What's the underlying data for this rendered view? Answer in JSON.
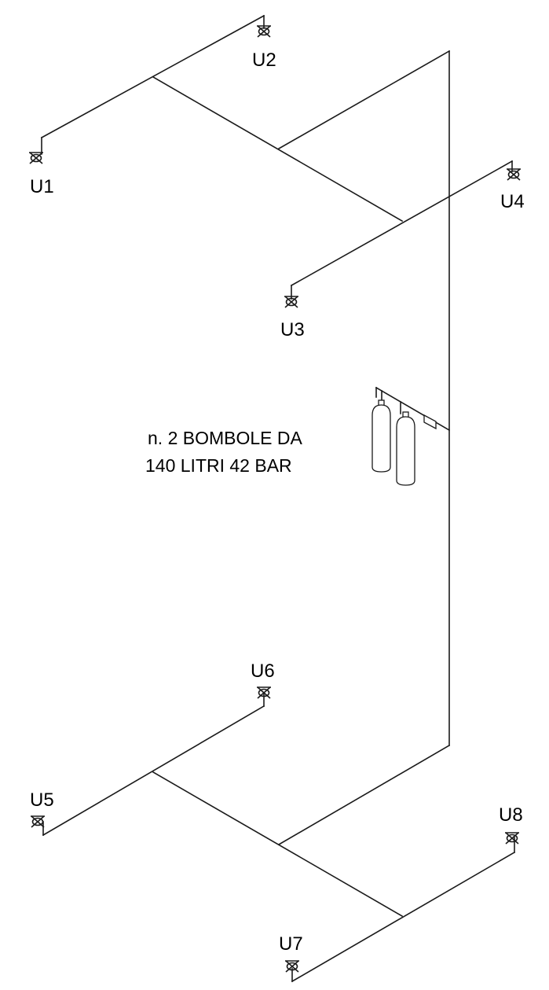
{
  "nozzles": {
    "u1": "U1",
    "u2": "U2",
    "u3": "U3",
    "u4": "U4",
    "u5": "U5",
    "u6": "U6",
    "u7": "U7",
    "u8": "U8"
  },
  "cylinders_note": {
    "line1": "n. 2 BOMBOLE DA",
    "line2": "140 LITRI 42 BAR"
  },
  "colors": {
    "line": "#1a1a1a",
    "background": "#ffffff"
  }
}
